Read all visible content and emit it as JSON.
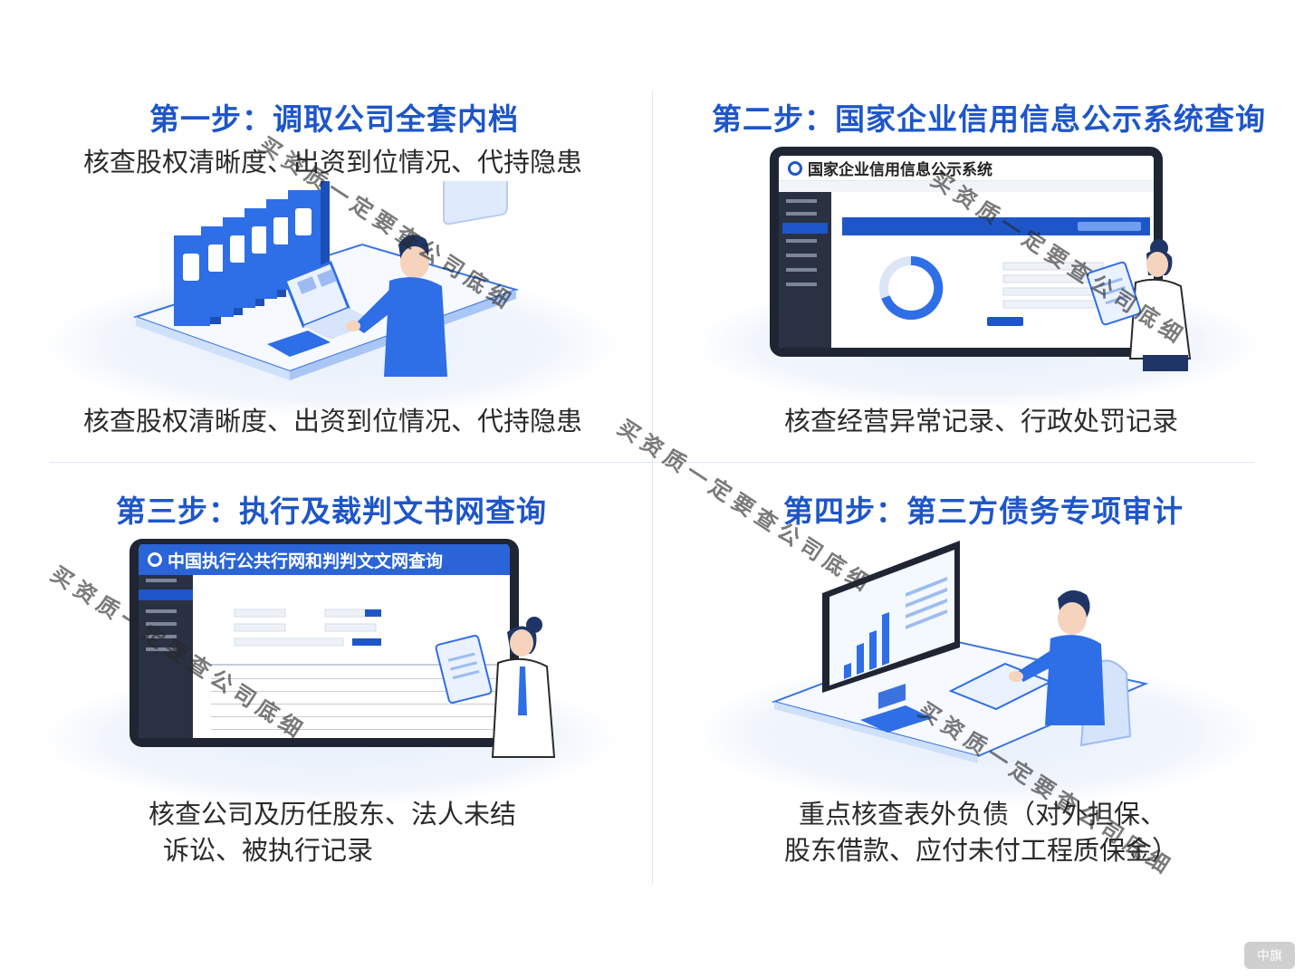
{
  "steps": [
    {
      "title": "第一步：调取公司全套内档",
      "subtitle": "核查股权清晰度、出资到位情况、代持隐患",
      "desc_lines": [
        "核查股权清晰度、出资到位情况、代持隐患"
      ]
    },
    {
      "title": "第二步：国家企业信用信息公示系统查询",
      "screen_title": "国家企业信用信息公示系统",
      "desc_lines": [
        "核查经营异常记录、行政处罚记录"
      ]
    },
    {
      "title": "第三步：执行及裁判文书网查询",
      "screen_title": "中国执行公共行网和判判文文网查询",
      "desc_lines": [
        "核查公司及历任股东、法人未结",
        "诉讼、被执行记录"
      ]
    },
    {
      "title": "第四步：第三方债务专项审计",
      "desc_lines": [
        "重点核查表外负债（对外担保、",
        "股东借款、应付未付工程质保金）"
      ]
    }
  ],
  "watermark": "买资质一定要查公司底细",
  "badge": "中旗",
  "icons": [
    "binder-icon",
    "laptop-icon",
    "person-icon",
    "monitor-icon",
    "bar-chart-icon",
    "keyboard-icon",
    "clipboard-icon",
    "donut-chart-icon"
  ],
  "colors": {
    "accent": "#1e56c9",
    "screen_frame": "#1f2533",
    "floor": "#e8f0fb"
  }
}
